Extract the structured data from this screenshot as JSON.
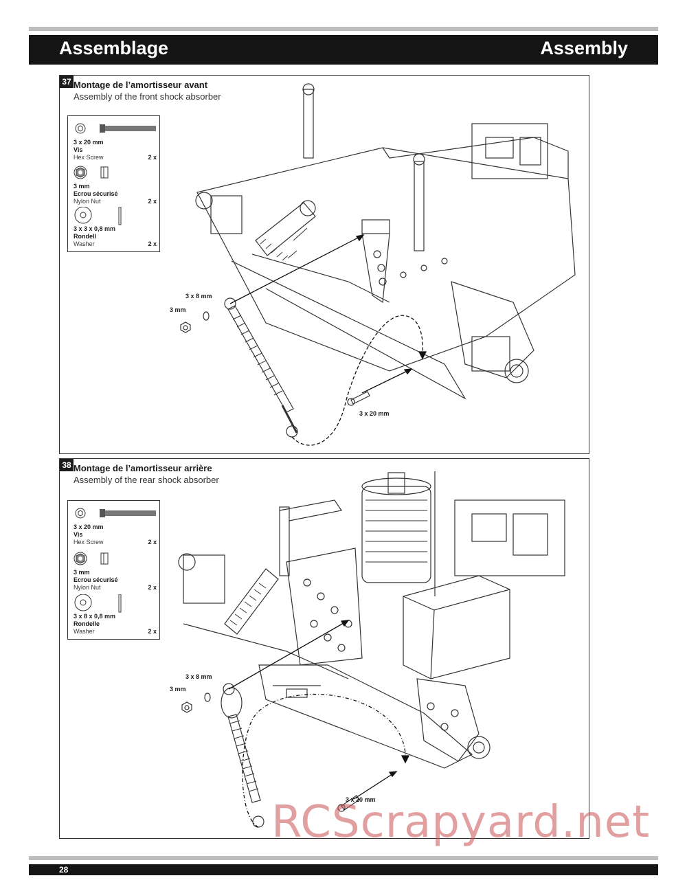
{
  "header": {
    "title_fr": "Assemblage",
    "title_en": "Assembly"
  },
  "steps": [
    {
      "number": "37",
      "title_fr": "Montage de l’amortisseur avant",
      "title_en": "Assembly of the front shock absorber",
      "parts": [
        {
          "size": "3 x 20 mm",
          "name_fr": "Vis",
          "name_en": "Hex Screw",
          "qty": "2 x"
        },
        {
          "size": "3 mm",
          "name_fr": "Ecrou sécurisé",
          "name_en": "Nylon Nut",
          "qty": "2 x"
        },
        {
          "size": "3 x 3 x 0,8 mm",
          "name_fr": "Rondell",
          "name_en": "Washer",
          "qty": "2  x"
        }
      ],
      "callouts": {
        "washer": "3 x 8 mm",
        "nut": "3 mm",
        "screw": "3 x 20 mm"
      }
    },
    {
      "number": "38",
      "title_fr": "Montage de l’amortisseur arrière",
      "title_en": "Assembly of the rear shock absorber",
      "parts": [
        {
          "size": "3 x 20 mm",
          "name_fr": "Vis",
          "name_en": "Hex  Screw",
          "qty": "2 x"
        },
        {
          "size": "3 mm",
          "name_fr": "Ecrou sécurisé",
          "name_en": "Nylon Nut",
          "qty": "2 x"
        },
        {
          "size": "3 x 8 x 0,8 mm",
          "name_fr": "Rondelle",
          "name_en": "Washer",
          "qty": "2 x"
        }
      ],
      "callouts": {
        "washer": "3 x 8 mm",
        "nut": "3 mm",
        "screw": "3 x 20 mm"
      }
    }
  ],
  "footer": {
    "page_number": "28"
  },
  "watermark": "RCScrapyard.net"
}
